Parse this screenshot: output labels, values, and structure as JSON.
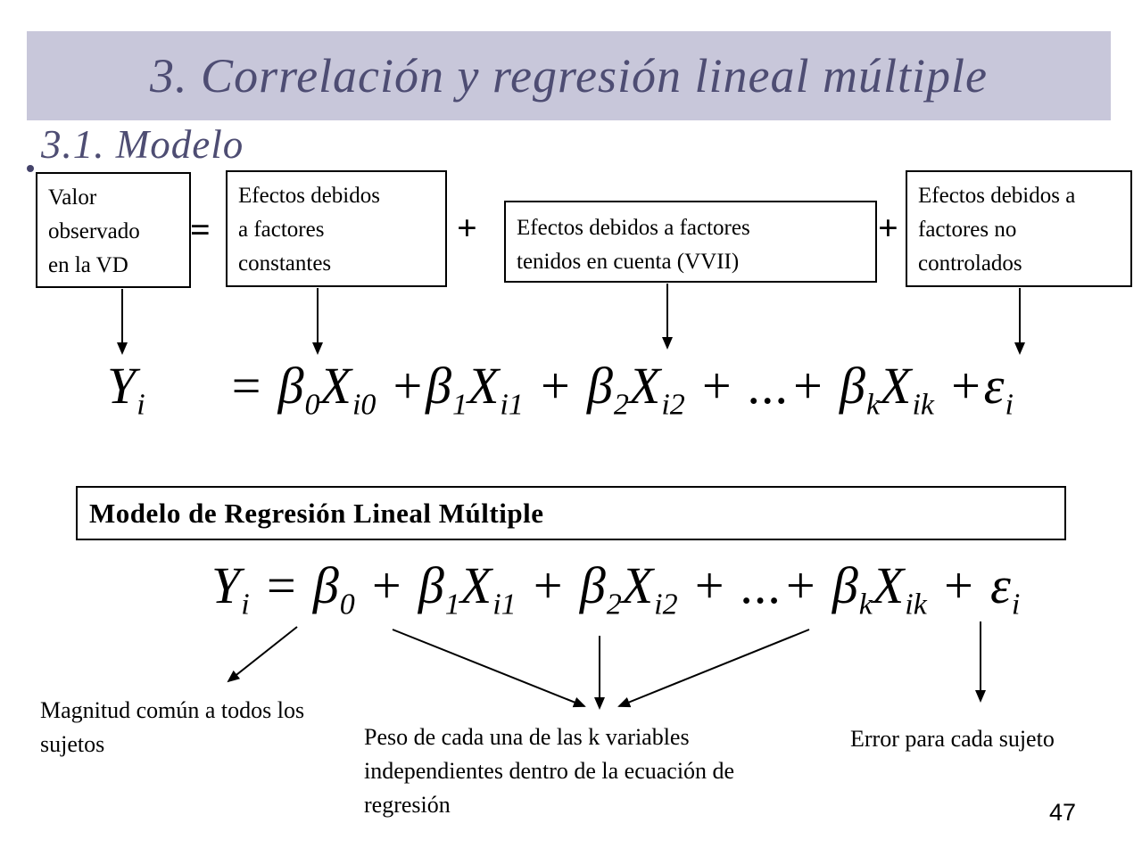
{
  "slide": {
    "title": "3. Correlación y regresión lineal múltiple",
    "subtitle": "3.1. Modelo",
    "page_number": "47",
    "colors": {
      "band_bg": "#c8c7da",
      "title_text": "#4e4d73",
      "body_text": "#000000"
    }
  },
  "boxes": {
    "box1": {
      "lines": [
        "Valor",
        "observado",
        "en la VD"
      ]
    },
    "box2": {
      "lines": [
        "Efectos debidos",
        "a factores",
        "constantes"
      ]
    },
    "box3": {
      "lines": [
        "Efectos debidos a factores",
        "tenidos en cuenta (VVII)"
      ]
    },
    "box4": {
      "lines": [
        "Efectos debidos a",
        "factores no",
        "controlados"
      ]
    },
    "op_equals": "=",
    "op_plus1": "+",
    "op_plus2": "+"
  },
  "formulas": {
    "f1": {
      "lhs": [
        {
          "t": "Y",
          "s": "i"
        }
      ],
      "rhs": [
        {
          "t": "= "
        },
        {
          "t": "β",
          "s": "0"
        },
        {
          "t": "X",
          "s": "i0"
        },
        {
          "t": " +"
        },
        {
          "t": "β",
          "s": "1"
        },
        {
          "t": "X",
          "s": "i1"
        },
        {
          "t": " + "
        },
        {
          "t": "β",
          "s": "2"
        },
        {
          "t": "X",
          "s": "i2"
        },
        {
          "t": " + ...+ "
        },
        {
          "t": "β",
          "s": "k"
        },
        {
          "t": "X",
          "s": "ik"
        },
        {
          "t": " +"
        },
        {
          "t": "ε",
          "s": "i"
        }
      ]
    },
    "banner": "Modelo de Regresión Lineal Múltiple",
    "f2": {
      "parts": [
        {
          "t": "Y",
          "s": "i"
        },
        {
          "t": " = "
        },
        {
          "t": "β",
          "s": "0"
        },
        {
          "t": " + "
        },
        {
          "t": "β",
          "s": "1"
        },
        {
          "t": "X",
          "s": "i1"
        },
        {
          "t": " + "
        },
        {
          "t": "β",
          "s": "2"
        },
        {
          "t": "X",
          "s": "i2"
        },
        {
          "t": " + ...+ "
        },
        {
          "t": "β",
          "s": "k"
        },
        {
          "t": "X",
          "s": "ik"
        },
        {
          "t": " + "
        },
        {
          "t": "ε",
          "s": "i"
        }
      ]
    }
  },
  "annotations": {
    "left": {
      "lines": [
        "Magnitud común a todos los",
        "sujetos"
      ]
    },
    "middle": {
      "lines": [
        "Peso de cada una de las k variables",
        "independientes dentro de la ecuación de",
        "regresión"
      ]
    },
    "right": {
      "lines": [
        "Error para cada sujeto"
      ]
    }
  }
}
